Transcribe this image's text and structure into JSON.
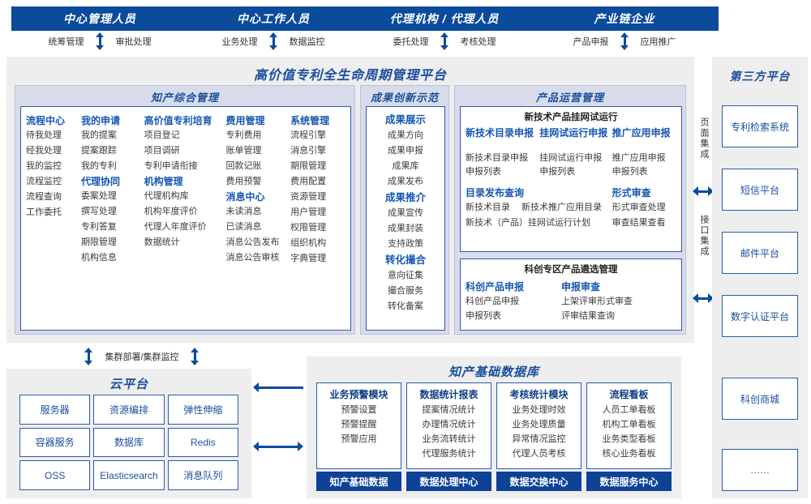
{
  "roles": [
    {
      "title": "中心管理人员",
      "left_cap": "统筹管理",
      "right_cap": "审批处理"
    },
    {
      "title": "中心工作人员",
      "left_cap": "业务处理",
      "right_cap": "数据监控"
    },
    {
      "title": "代理机构 / 代理人员",
      "left_cap": "委托处理",
      "right_cap": "考核处理"
    },
    {
      "title": "产业链企业",
      "left_cap": "产品申报",
      "right_cap": "应用推广"
    }
  ],
  "platform": {
    "title": "高价值专利全生命周期管理平台",
    "bands": [
      {
        "title": "知产综合管理"
      },
      {
        "title": "成果创新示范"
      },
      {
        "title": "产品运营管理"
      }
    ],
    "zhichan_columns": [
      {
        "groups": [
          {
            "head": "流程中心",
            "items": [
              "待我处理",
              "经我处理",
              "我的监控",
              "流程监控",
              "流程查询",
              "工作委托"
            ]
          }
        ]
      },
      {
        "groups": [
          {
            "head": "我的申请",
            "items": [
              "我的提案",
              "提案跟踪",
              "我的专利"
            ]
          },
          {
            "head": "代理协同",
            "items": [
              "委案处理",
              "撰写处理",
              "专利答复",
              "期限管理",
              "机构信息"
            ]
          }
        ]
      },
      {
        "groups": [
          {
            "head": "高价值专利培育",
            "items": [
              "项目登记",
              "项目调研",
              "专利申请衔接"
            ]
          },
          {
            "head": "机构管理",
            "items": [
              "代理机构库",
              "机构年度评价",
              "代理人年度评价",
              "数据统计"
            ]
          }
        ]
      },
      {
        "groups": [
          {
            "head": "费用管理",
            "items": [
              "专利费用",
              "账单管理",
              "回款记账",
              "费用预警"
            ]
          },
          {
            "head": "消息中心",
            "items": [
              "未读消息",
              "已读消息",
              "消息公告发布",
              "消息公告审核"
            ]
          }
        ]
      },
      {
        "groups": [
          {
            "head": "系统管理",
            "items": [
              "流程引擎",
              "消息引擎",
              "期限管理",
              "费用配置",
              "资源管理",
              "用户管理",
              "权限管理",
              "组织机构",
              "字典管理"
            ]
          }
        ]
      }
    ],
    "chengguo_groups": [
      {
        "head": "成果展示",
        "items": [
          "成果方向",
          "成果申报",
          "成果库",
          "成果发布"
        ]
      },
      {
        "head": "成果推介",
        "items": [
          "成果宣传",
          "成果封装",
          "支持政策"
        ]
      },
      {
        "head": "转化撮合",
        "items": [
          "意向征集",
          "撮合服务",
          "转化备案"
        ]
      }
    ],
    "product_boxes": [
      {
        "title": "新技术产品挂网试运行",
        "row1": [
          {
            "head": "新技术目录申报",
            "items": [
              "新技术目录申报",
              "申报列表"
            ]
          },
          {
            "head": "挂网试运行申报",
            "items": [
              "挂网试运行申报",
              "申报列表"
            ]
          },
          {
            "head": "推广应用申报",
            "items": [
              "推广应用申报",
              "申报列表"
            ]
          }
        ],
        "row2_left": {
          "head": "目录发布查询",
          "line1_a": "新技术目录",
          "line1_b": "新技术推广应用目录",
          "line2": "新技术（产品）挂网试运行计划"
        },
        "row2_right": {
          "head": "形式审查",
          "items": [
            "形式审查处理",
            "审查结果查看"
          ]
        }
      },
      {
        "title": "科创专区产品遴选管理",
        "row1": [
          {
            "head": "科创产品申报",
            "items": [
              "科创产品申报",
              "申报列表"
            ]
          },
          {
            "head": "申报审查",
            "items": [
              "上架评审形式审查",
              "评审结果查询"
            ]
          }
        ]
      }
    ]
  },
  "integration": {
    "page_integration": "页面集成",
    "api_integration": "接口集成"
  },
  "third_party": {
    "title": "第三方平台",
    "items": [
      "专利检索系统",
      "短信平台",
      "邮件平台",
      "数字认证平台",
      "科创商城",
      "……"
    ]
  },
  "cluster_label": "集群部署/集群监控",
  "cloud": {
    "title": "云平台",
    "items": [
      "服务器",
      "资源编排",
      "弹性伸缩",
      "容器服务",
      "数据库",
      "Redis",
      "OSS",
      "Elasticsearch",
      "消息队列"
    ]
  },
  "database": {
    "title": "知产基础数据库",
    "columns": [
      {
        "head": "业务预警模块",
        "items": [
          "预警设置",
          "预警提醒",
          "预警应用"
        ],
        "button": "知产基础数据"
      },
      {
        "head": "数据统计报表",
        "items": [
          "提案情况统计",
          "办理情况统计",
          "业务流转统计",
          "代理服务统计"
        ],
        "button": "数据处理中心"
      },
      {
        "head": "考核统计模块",
        "items": [
          "业务处理时效",
          "业务处理质量",
          "异常情况监控",
          "代理人员考核"
        ],
        "button": "数据交换中心"
      },
      {
        "head": "流程看板",
        "items": [
          "人员工单看板",
          "机构工单看板",
          "业务类型看板",
          "核心业务看板"
        ],
        "button": "数据服务中心"
      }
    ]
  },
  "colors": {
    "header_blue": "#0a4b9b",
    "band_bg": "#d8dcea",
    "panel_bg": "#eeeeee",
    "accent": "#1557b0"
  }
}
